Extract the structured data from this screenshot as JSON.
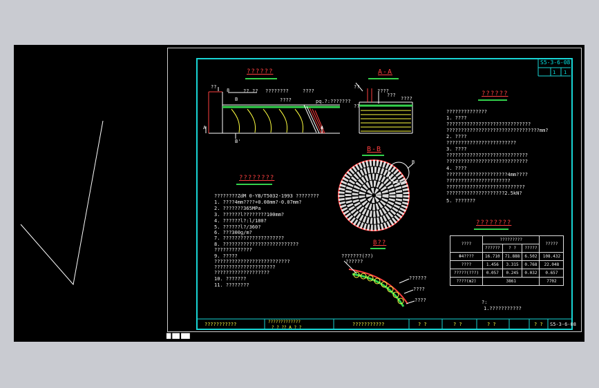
{
  "status_bar": {
    "text": "█▌██▌███"
  },
  "sheet": {
    "code": "S5-3-6-08",
    "page_no": "1",
    "page_total": "1"
  },
  "elevation": {
    "title": "??????",
    "labels": [
      "??",
      "8",
      "??",
      "??",
      "????????",
      "????",
      "B",
      "????",
      "A",
      "A",
      "B'"
    ],
    "dims": [
      "pq.?:???????"
    ]
  },
  "section_aa": {
    "title": "A-A",
    "labels": [
      "??",
      "????",
      "???",
      "????",
      "??"
    ]
  },
  "section_bb": {
    "title": "B-B",
    "callout": "B"
  },
  "detail_b": {
    "title": "B??",
    "labels": [
      "???????(??)",
      "??????",
      "??????",
      "????",
      "????"
    ]
  },
  "tech_req": {
    "title": "????????",
    "items": [
      "????????ZdM 0-YB/T5032-1993 ????????",
      "1. ????4mm????+0.08mm?-0.07mm?",
      "2. ???????365MPa",
      "3. ??????l????????100mm?",
      "4. ??????l?:l/180?",
      "5. ??????l?/360?",
      "6. ???300g/m?",
      "7. ?????????????????????",
      "8. ??????????????????????????",
      "   ?????????????",
      "9. ?????",
      "   ??????????????????????????",
      "   ?????????????????????",
      "   ???????????????????",
      "10. ???????",
      "11. ????????"
    ]
  },
  "notes": {
    "title": "??????",
    "items": [
      "??????????????",
      "1. ????",
      "   ?????????????????????????????",
      "   ????????????????????????????????mm?",
      "2. ????",
      "   ????????????????????????",
      "3. ????",
      "   ????????????????????????????",
      "   ????????????????????????????",
      "4. ????",
      "   ?????????????????????4mm????",
      "   ??????????????????????",
      "   ???????????????????????????",
      "   ????????????????????2.5kN?",
      "5. ???????"
    ]
  },
  "material_table": {
    "title": "????????",
    "header_top": "?????????",
    "header": [
      "????",
      "??????",
      "? ?",
      "?????",
      "?????"
    ],
    "rows": [
      [
        "Φ4????",
        "16.710",
        "71.888",
        "6.502",
        "108.432"
      ],
      [
        "????",
        "1.456",
        "3.315",
        "0.768",
        "22.048"
      ],
      [
        "?????(???)",
        "0.057",
        "0.245",
        "0.032",
        "0.657"
      ],
      [
        "????(m2)",
        "3861",
        "",
        "",
        "7702"
      ]
    ]
  },
  "footnote": [
    "?:",
    "1.???????????"
  ],
  "title_block": {
    "cells": [
      "???????????",
      "?????????????",
      "? ?  ?? A   ? ?",
      "???????????",
      "? ?",
      "? ?",
      "? ?",
      "? ?"
    ],
    "code": "S5-3-6-08"
  }
}
